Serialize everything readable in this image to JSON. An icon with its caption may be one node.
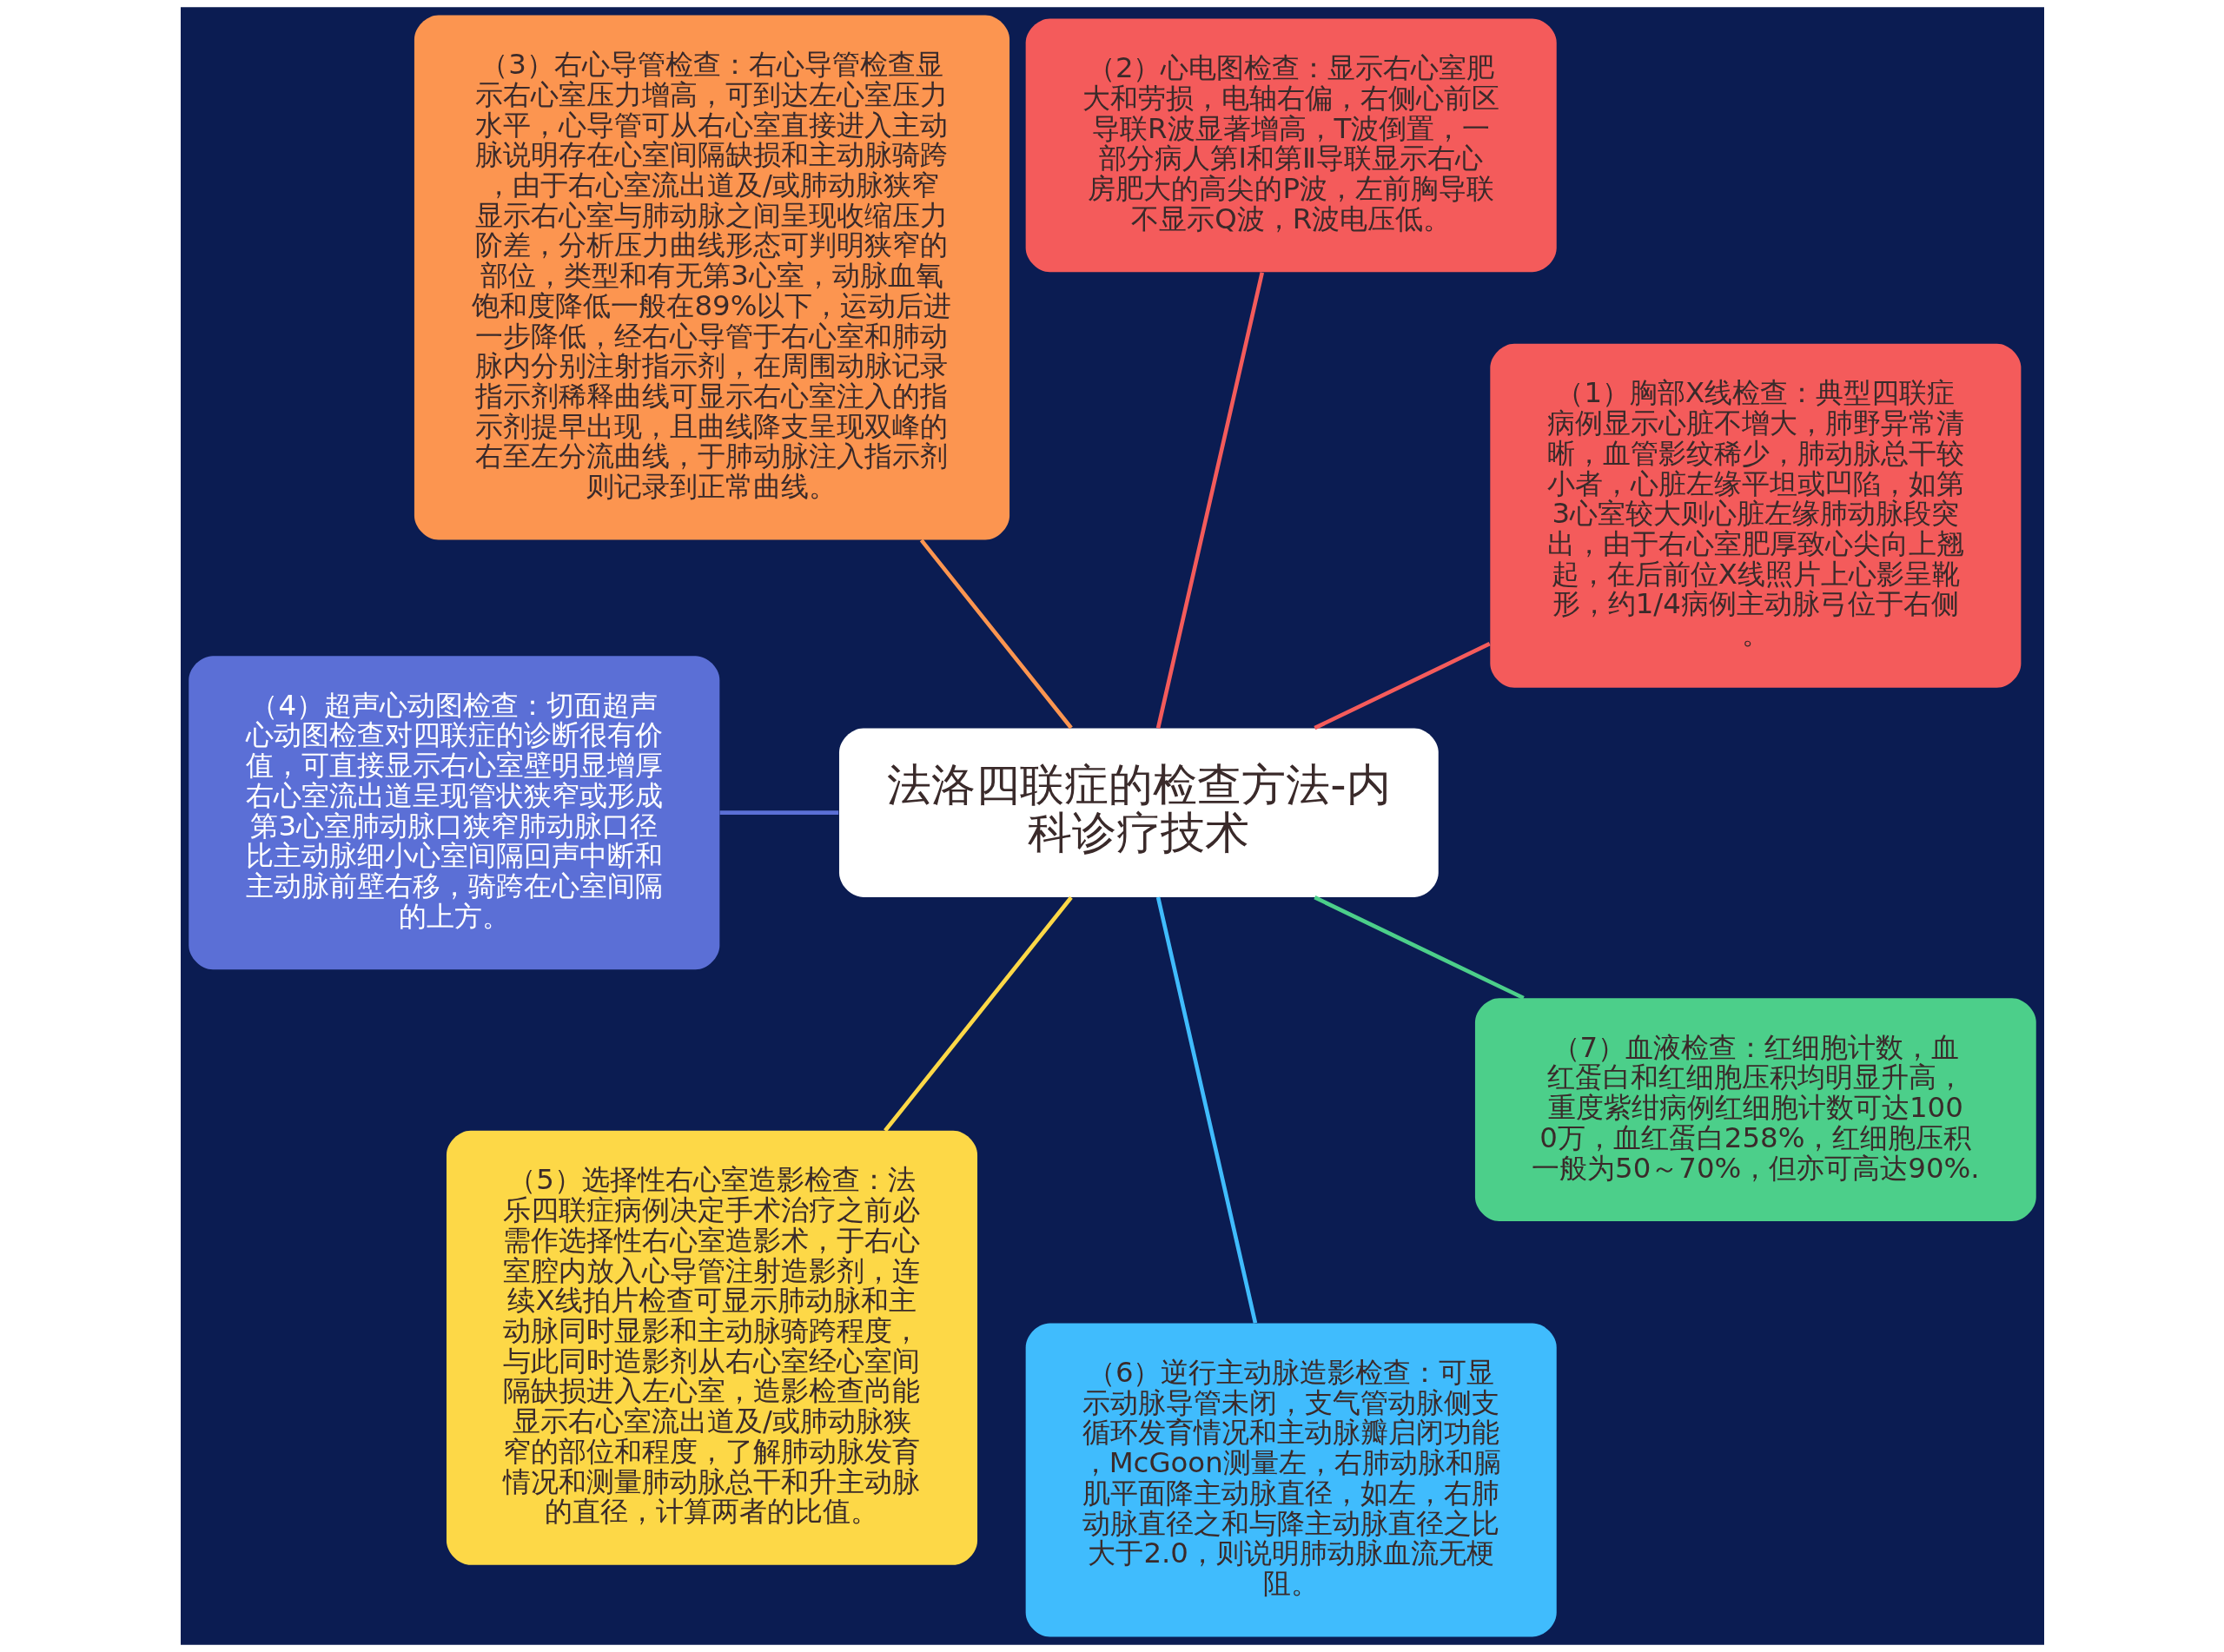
{
  "diagram": {
    "nodes": [
      {
        "text": [
          "法洛四联症的检查方法-内科诊疗技术"
        ]
      },
      {
        "text": [
          "（1）胸部X线检查：典型四联症病例显示心脏不增大，肺野异常清晰，血管影纹稀少，肺动脉总干较小者，心脏左缘平坦或凹陷，如第3心室较大则心脏左缘肺动脉段突出，由于右心室肥厚致心尖向上翘起，在后前位X线照片上心影呈靴形，约1/4病例主动脉弓位于右侧。"
        ]
      },
      {
        "text": [
          "（2）心电图检查：显示右心室肥大和劳损，电轴右偏，右侧心前区导联R波显著增高，T波倒置，一部分病人第Ⅰ和第Ⅱ导联显示右心房肥大的高尖的P波，左前胸导联不显示Q波，R波电压低。"
        ]
      },
      {
        "text": [
          "（3）右心导管检查：右心导管检查显示右心室压力增高，可到达左心室压力水平，心导管可从右心室直接进入主动脉说明存在心室间隔缺损和主动脉骑跨，由于右心室流出道及/或肺动脉狭窄显示右心室与肺动脉之间呈现收缩压力阶差，分析压力曲线形态可判明狭窄的部位，类型和有无第3心室，动脉血氧饱和度降低一般在89%以下，运动后进一步降低，经右心导管于右心室和肺动脉内分别注射指示剂，在周围动脉记录指示剂稀释曲线可显示右心室注入的指示剂提早出现，且曲线降支呈现双峰的右至左分流曲线，于肺动脉注入指示剂则记录到正常曲线。"
        ]
      },
      {
        "text": [
          "（4）超声心动图检查：切面超声心动图检查对四联症的诊断很有价值，可直接显示右心室壁明显增厚右心室流出道呈现管状狭窄或形成第3心室肺动脉口狭窄肺动脉口径比主动脉细小心室间隔回声中断和主动脉前壁右移，骑跨在心室间隔的上方。"
        ]
      },
      {
        "text": [
          "（5）选择性右心室造影检查：法乐四联症病例决定手术治疗之前必需作选择性右心室造影术，于右心室腔内放入心导管注射造影剂，连续X线拍片检查可显示肺动脉和主动脉同时显影和主动脉骑跨程度，与此同时造影剂从右心室经心室间隔缺损进入左心室，造影检查尚能显示右心室流出道及/或肺动脉狭窄的部位和程度，了解肺动脉发育情况和测量肺动脉总干和升主动脉的直径，计算两者的比值。"
        ]
      },
      {
        "text": [
          "（6）逆行主动脉造影检查：可显示动脉导管未闭，支气管动脉侧支循环发育情况和主动脉瓣启闭功能，McGoon测量左，右肺动脉和膈肌平面降主动脉直径，如左，右肺动脉直径之和与降主动脉直径之比大于2.0，则说明肺动脉血流无梗阻。"
        ]
      },
      {
        "text": [
          "（7）血液检查：红细胞计数，血红蛋白和红细胞压积均明显升高，重度紫绀病例红细胞计数可达1000万，血红蛋白258%，红细胞压积一般为50～70%，但亦可高达90%."
        ]
      }
    ],
    "edges": [
      {
        "from": 0,
        "to": 1,
        "arrow": "none",
        "color": "#f45b5b"
      },
      {
        "from": 0,
        "to": 2,
        "arrow": "none",
        "color": "#f45b5b"
      },
      {
        "from": 0,
        "to": 3,
        "arrow": "none",
        "color": "#fc9550"
      },
      {
        "from": 0,
        "to": 4,
        "arrow": "none",
        "color": "#5b6fd6"
      },
      {
        "from": 0,
        "to": 5,
        "arrow": "none",
        "color": "#fdd847"
      },
      {
        "from": 0,
        "to": 6,
        "arrow": "none",
        "color": "#40bcfd"
      },
      {
        "from": 0,
        "to": 7,
        "arrow": "none",
        "color": "#4ccf8a"
      }
    ]
  }
}
